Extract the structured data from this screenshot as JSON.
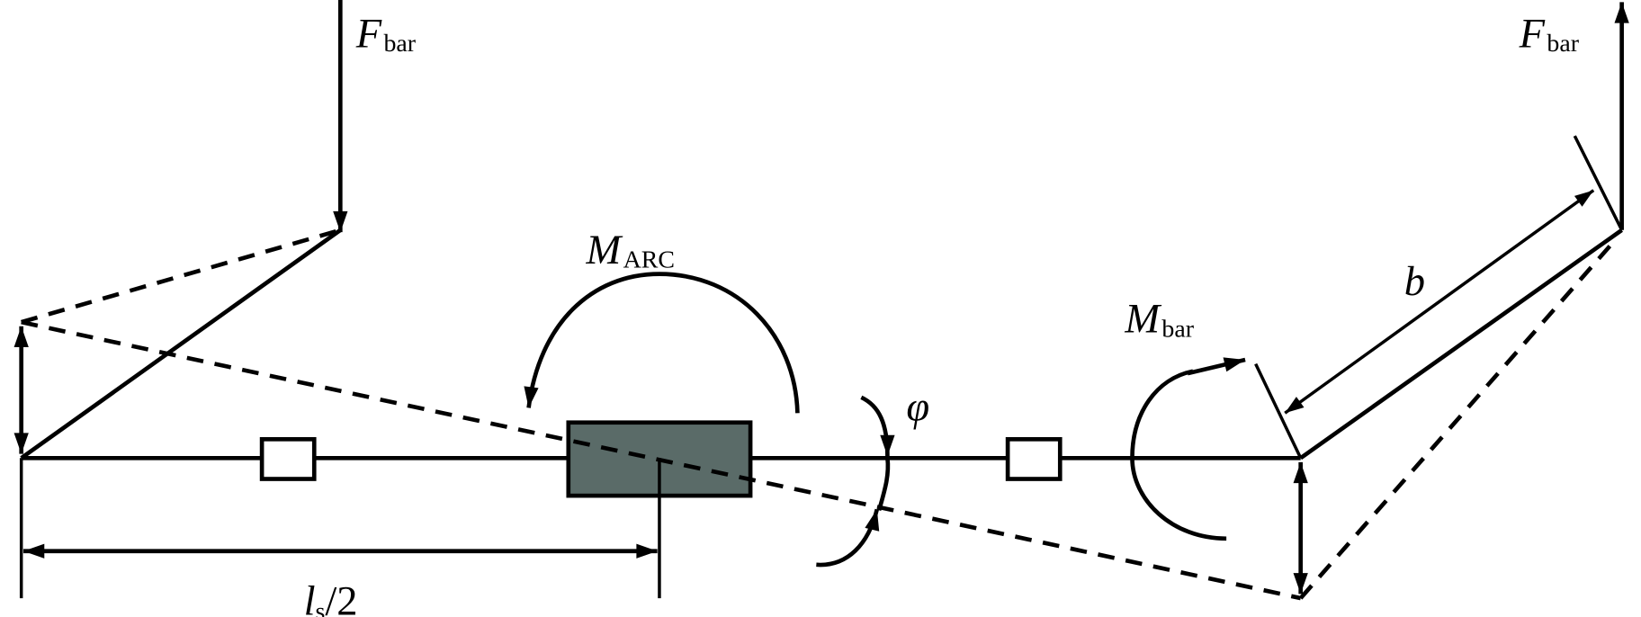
{
  "labels": {
    "force_left": {
      "main": "F",
      "sub": "bar"
    },
    "force_right": {
      "main": "F",
      "sub": "bar"
    },
    "moment_arc": {
      "main": "M",
      "sub": "ARC"
    },
    "moment_bar": {
      "main": "M",
      "sub": "bar"
    },
    "angle": "φ",
    "arm_length": "b",
    "half_length": {
      "main": "l",
      "sub": "s",
      "tail": "/2"
    }
  },
  "colors": {
    "line": "#000000",
    "actuator_fill": "#5a6b68",
    "background": "#ffffff"
  }
}
